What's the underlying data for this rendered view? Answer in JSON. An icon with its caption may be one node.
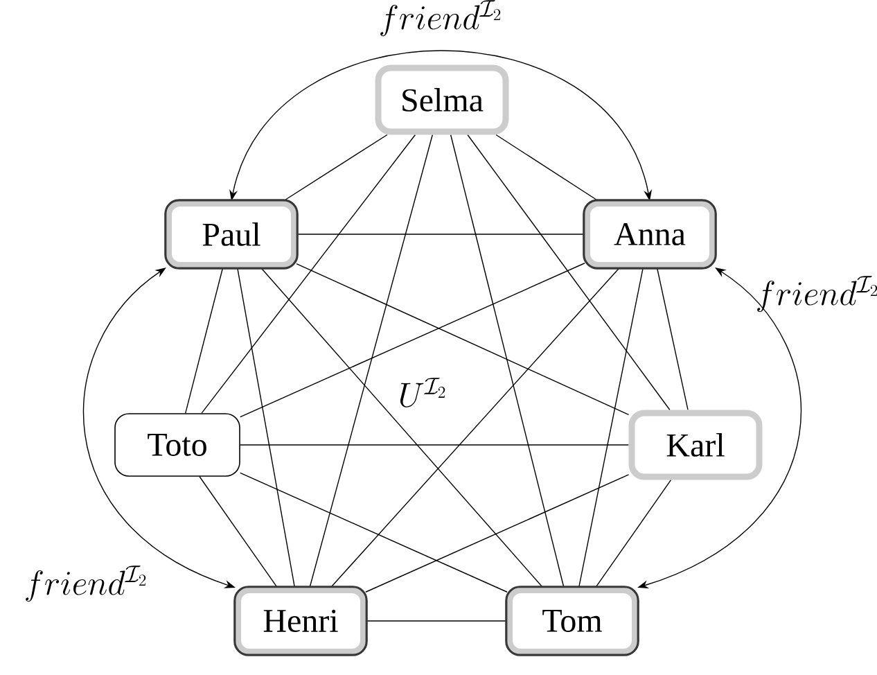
{
  "diagram": {
    "nodes": [
      {
        "text": [
          "Selma"
        ]
      },
      {
        "text": [
          "Paul"
        ]
      },
      {
        "text": [
          "Anna"
        ]
      },
      {
        "text": [
          "Toto"
        ]
      },
      {
        "text": [
          "Karl"
        ]
      },
      {
        "text": [
          "Henri"
        ]
      },
      {
        "text": [
          "Tom"
        ]
      }
    ],
    "edges": [
      {
        "from": 0,
        "to": 1,
        "arrow": "none"
      },
      {
        "from": 0,
        "to": 2,
        "arrow": "none"
      },
      {
        "from": 0,
        "to": 3,
        "arrow": "none"
      },
      {
        "from": 0,
        "to": 4,
        "arrow": "none"
      },
      {
        "from": 0,
        "to": 5,
        "arrow": "none"
      },
      {
        "from": 0,
        "to": 6,
        "arrow": "none"
      },
      {
        "from": 1,
        "to": 2,
        "arrow": "none"
      },
      {
        "from": 1,
        "to": 3,
        "arrow": "none"
      },
      {
        "from": 1,
        "to": 4,
        "arrow": "none"
      },
      {
        "from": 1,
        "to": 5,
        "arrow": "none"
      },
      {
        "from": 1,
        "to": 6,
        "arrow": "none"
      },
      {
        "from": 2,
        "to": 3,
        "arrow": "none"
      },
      {
        "from": 2,
        "to": 4,
        "arrow": "none"
      },
      {
        "from": 2,
        "to": 5,
        "arrow": "none"
      },
      {
        "from": 2,
        "to": 6,
        "arrow": "none"
      },
      {
        "from": 3,
        "to": 4,
        "arrow": "none"
      },
      {
        "from": 3,
        "to": 5,
        "arrow": "none"
      },
      {
        "from": 3,
        "to": 6,
        "arrow": "none"
      },
      {
        "from": 4,
        "to": 5,
        "arrow": "none"
      },
      {
        "from": 4,
        "to": 6,
        "arrow": "none"
      },
      {
        "from": 5,
        "to": 6,
        "arrow": "none"
      },
      {
        "from": 1,
        "to": 2,
        "arrow": "both",
        "label": "friend^{\\mathcal{I}_2}"
      },
      {
        "from": 2,
        "to": 6,
        "arrow": "both",
        "label": "friend^{\\mathcal{I}_2}"
      },
      {
        "from": 1,
        "to": 5,
        "arrow": "both",
        "label": "friend^{\\mathcal{I}_2}"
      }
    ],
    "labels": [
      "U^{\\mathcal{I}_2}"
    ]
  }
}
